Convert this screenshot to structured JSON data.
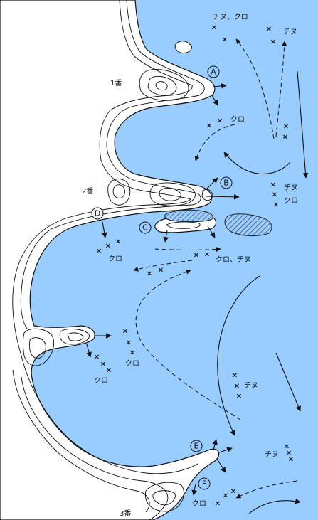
{
  "colors": {
    "water": "#99ccff",
    "land": "#ffffff",
    "ink": "#111111"
  },
  "jetty_labels": {
    "jetty1": "1番",
    "jetty2": "2番",
    "jetty3": "3番"
  },
  "points": {
    "A": "A",
    "B": "B",
    "C": "C",
    "D": "D",
    "E": "E",
    "F": "F"
  },
  "fish_labels": {
    "top_left": "チヌ、クロ",
    "top_right": "チヌ",
    "below_A": "クロ",
    "right_B_1": "チヌ",
    "right_B_2": "クロ",
    "below_D": "クロ",
    "mid_channel": "クロ、チヌ",
    "mid_right": "クロ",
    "below_left_jetty": "クロ",
    "right_middle": "チヌ",
    "lower_right": "チヌ",
    "below_F": "クロ"
  },
  "marker_glyph": "×",
  "icons": {
    "cross": "x-mark-icon",
    "arrow": "current-arrow-icon",
    "hatch": "shoal-hatch-icon"
  }
}
